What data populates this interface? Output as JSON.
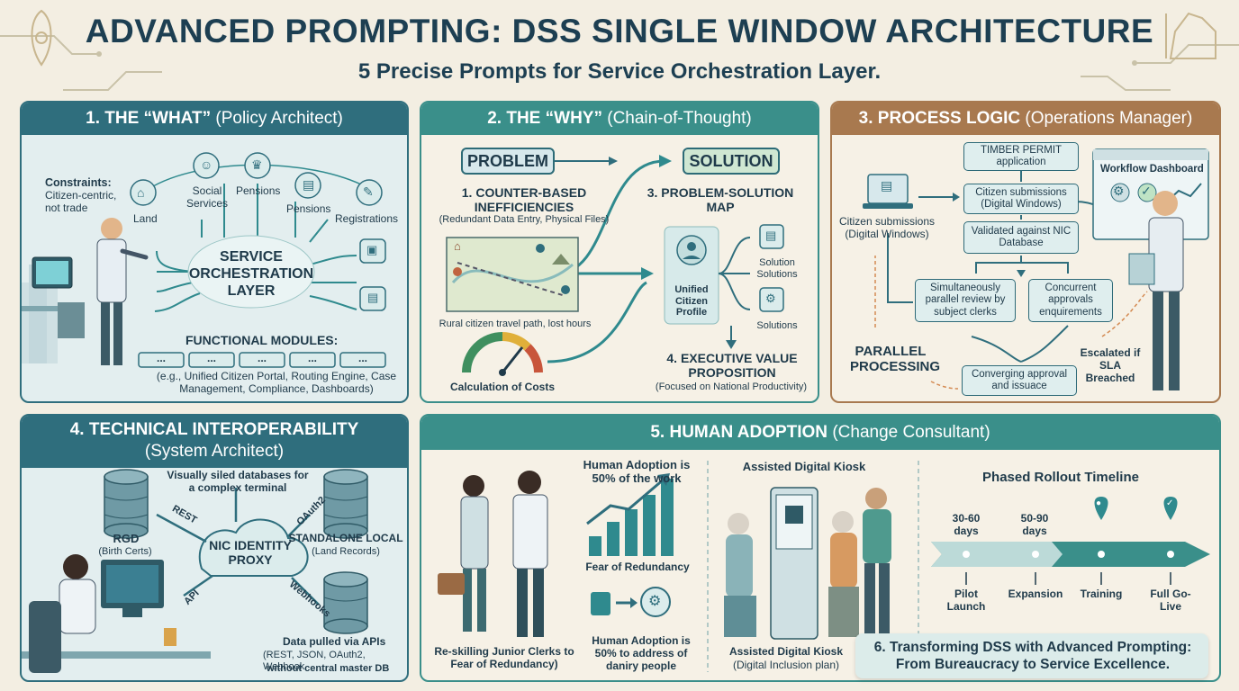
{
  "header": {
    "title": "ADVANCED PROMPTING: DSS SINGLE WINDOW ARCHITECTURE",
    "subtitle": "5 Precise Prompts for Service Orchestration Layer."
  },
  "colors": {
    "teal_dark": "#2f6e7d",
    "teal": "#3a8f8a",
    "brown": "#a8794f",
    "background": "#f3eee2"
  },
  "p1": {
    "head_bold": "1. THE “WHAT”",
    "head_rest": " (Policy Architect)",
    "constraints_label": "Constraints:",
    "constraints_text": "Citizen-centric, not trade",
    "nodes": [
      "Land",
      "Social Services",
      "Pensions",
      "Pensions",
      "Registrations"
    ],
    "hub": "SERVICE ORCHESTRATION LAYER",
    "modules_label": "FUNCTIONAL MODULES:",
    "module_dots": "...",
    "modules_note": "(e.g., Unified Citizen Portal, Routing Engine, Case Management, Compliance, Dashboards)"
  },
  "p2": {
    "head_bold": "2. THE “WHY”",
    "head_rest": " (Chain-of-Thought)",
    "problem": "PROBLEM",
    "solution": "SOLUTION",
    "s1_title": "1. COUNTER-BASED INEFFICIENCIES",
    "s1_sub": "(Redundant Data Entry, Physical Files)",
    "map_caption": "Rural citizen travel path, lost hours",
    "gauge_caption": "Calculation of Costs",
    "s3_title": "3. PROBLEM-SOLUTION MAP",
    "profile": "Unified Citizen Profile",
    "sol1": "Solution Solutions",
    "sol2": "Solutions",
    "s4_title": "4. EXECUTIVE VALUE PROPOSITION",
    "s4_sub": "(Focused on National Productivity)"
  },
  "p3": {
    "head_bold": "3. PROCESS LOGIC",
    "head_rest": " (Operations Manager)",
    "citizen_label": "Citizen submissions (Digital Windows)",
    "b1": "TIMBER PERMIT application",
    "b2": "Citizen submissions (Digital Windows)",
    "b3": "Validated against NIC Database",
    "b4": "Simultaneously parallel review by subject clerks",
    "b5": "Concurrent approvals enquirements",
    "b6": "Converging approval and issuace",
    "parallel": "PARALLEL PROCESSING",
    "escalated": "Escalated if SLA Breached",
    "dashboard": "Workflow Dashboard"
  },
  "p4": {
    "head_line1": "4. TECHNICAL INTEROPERABILITY",
    "head_line2": "(System Architect)",
    "siloed": "Visually siled databases for a complex terminal",
    "rgd": "RGD",
    "rgd_sub": "(Birth Certs)",
    "local": "STANDALONE LOCAL",
    "local_sub": "(Land Records)",
    "hub": "NIC IDENTITY PROXY",
    "rest": "REST",
    "oauth": "OAuth2",
    "api": "API",
    "webhooks": "Webhooks",
    "pulled": "Data pulled via APIs",
    "pulled_sub": "(REST, JSON, OAuth2, Webhook",
    "pulled_sub2": "without central master DB"
  },
  "p5": {
    "head_bold": "5. HUMAN ADOPTION",
    "head_rest": " (Change Consultant)",
    "adopt_title": "Human Adoption is 50% of the work",
    "fear": "Fear of Redundancy",
    "reskill": "Re-skilling Junior Clerks to Fear of Redundancy)",
    "adopt2": "Human Adoption is 50% to address of daniry people",
    "kiosk_top": "Assisted Digital Kiosk",
    "kiosk_bottom": "Assisted Digital Kiosk",
    "kiosk_sub": "(Digital Inclusion plan)",
    "timeline_title": "Phased Rollout Timeline",
    "days1": "30-60 days",
    "days2": "50-90 days",
    "phases": [
      "Pilot Launch",
      "Expansion",
      "Training",
      "Full Go-Live"
    ]
  },
  "p6": {
    "text": "6. Transforming DSS with Advanced Prompting: From Bureaucracy to Service Excellence."
  }
}
